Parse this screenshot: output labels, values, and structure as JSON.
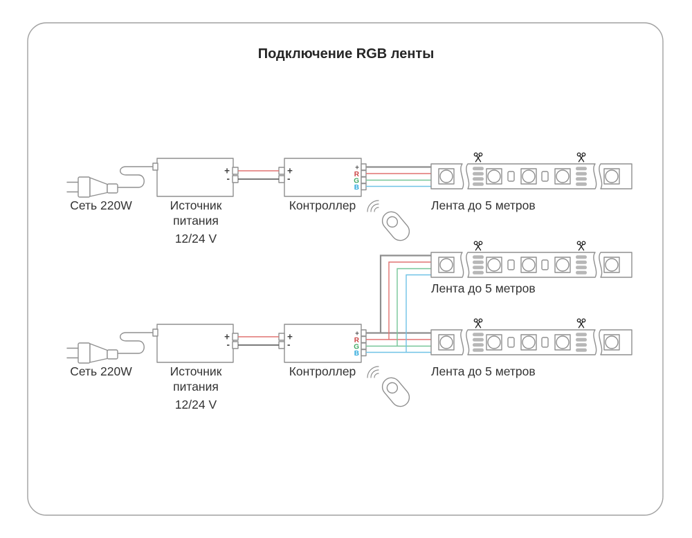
{
  "title": "Подключение RGB ленты",
  "components": {
    "mains_label": "Сеть 220W",
    "psu_label_line1": "Источник",
    "psu_label_line2": "питания",
    "psu_voltage": "12/24 V",
    "controller_label": "Контроллер",
    "strip_label": "Лента до 5 метров"
  },
  "terminals": {
    "plus": "+",
    "minus": "-",
    "r": "R",
    "g": "G",
    "b": "B"
  },
  "colors": {
    "frame": "#a0a0a0",
    "line": "#8f8f8f",
    "ink": "#333333",
    "wire-plus": "#8e8e8e",
    "wire-minus": "#4f4f4f",
    "wire-red": "#e07270",
    "wire-green": "#76c698",
    "wire-blue": "#6fc2e6",
    "label-r": "#cc4444",
    "label-g": "#3fa863",
    "label-b": "#29a8dc",
    "pad": "#b7b7b7",
    "scissors": "#1c1c1c"
  }
}
